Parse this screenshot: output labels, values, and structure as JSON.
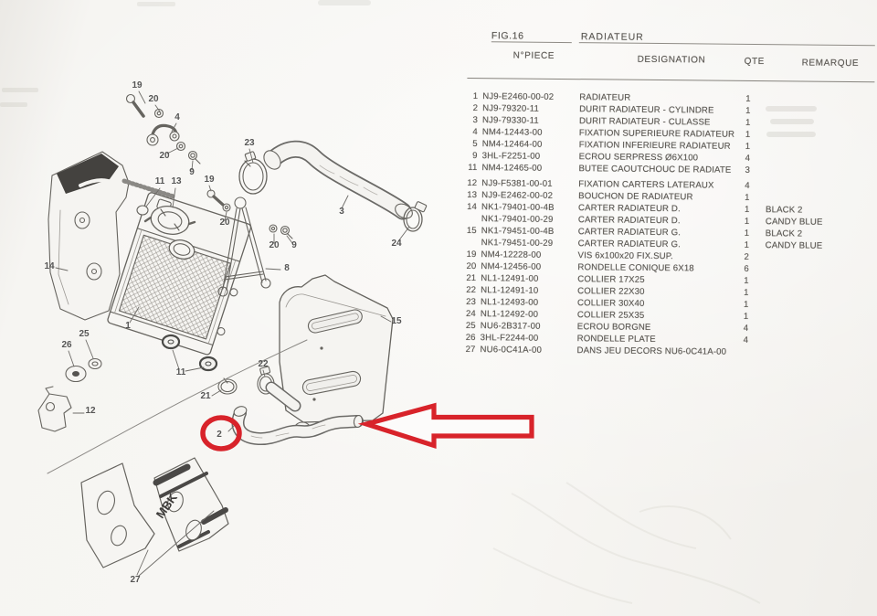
{
  "figure": {
    "label": "FIG.16",
    "title": "RADIATEUR"
  },
  "table": {
    "headers": {
      "piece": "N°PIECE",
      "designation": "DESIGNATION",
      "qty": "QTE",
      "remark": "REMARQUE"
    },
    "rows": [
      {
        "num": "1",
        "piece": "NJ9-E2460-00-02",
        "designation": "RADIATEUR",
        "qty": "1",
        "remark": ""
      },
      {
        "num": "2",
        "piece": "NJ9-79320-11",
        "designation": "DURIT RADIATEUR - CYLINDRE",
        "qty": "1",
        "remark": ""
      },
      {
        "num": "3",
        "piece": "NJ9-79330-11",
        "designation": "DURIT RADIATEUR - CULASSE",
        "qty": "1",
        "remark": ""
      },
      {
        "num": "4",
        "piece": "NM4-12443-00",
        "designation": "FIXATION SUPERIEURE RADIATEUR",
        "qty": "1",
        "remark": ""
      },
      {
        "num": "5",
        "piece": "NM4-12464-00",
        "designation": "FIXATION INFERIEURE RADIATEUR",
        "qty": "1",
        "remark": ""
      },
      {
        "num": "9",
        "piece": "3HL-F2251-00",
        "designation": "ECROU SERPRESS Ø6X100",
        "qty": "4",
        "remark": ""
      },
      {
        "num": "11",
        "piece": "NM4-12465-00",
        "designation": "BUTEE CAOUTCHOUC DE RADIATE",
        "qty": "3",
        "remark": ""
      },
      {
        "num": "12",
        "piece": "NJ9-F5381-00-01",
        "designation": "FIXATION CARTERS LATERAUX",
        "qty": "4",
        "remark": ""
      },
      {
        "num": "13",
        "piece": "NJ9-E2462-00-02",
        "designation": "BOUCHON DE RADIATEUR",
        "qty": "1",
        "remark": ""
      },
      {
        "num": "14",
        "piece": "NK1-79401-00-4B",
        "designation": "CARTER RADIATEUR D.",
        "qty": "1",
        "remark": "BLACK 2"
      },
      {
        "num": "",
        "piece": "NK1-79401-00-29",
        "designation": "CARTER RADIATEUR D.",
        "qty": "1",
        "remark": "CANDY BLUE"
      },
      {
        "num": "15",
        "piece": "NK1-79451-00-4B",
        "designation": "CARTER RADIATEUR G.",
        "qty": "1",
        "remark": "BLACK 2"
      },
      {
        "num": "",
        "piece": "NK1-79451-00-29",
        "designation": "CARTER RADIATEUR G.",
        "qty": "1",
        "remark": "CANDY BLUE"
      },
      {
        "num": "19",
        "piece": "NM4-12228-00",
        "designation": "VIS 6x100x20 FIX.SUP.",
        "qty": "2",
        "remark": ""
      },
      {
        "num": "20",
        "piece": "NM4-12456-00",
        "designation": "RONDELLE CONIQUE 6X18",
        "qty": "6",
        "remark": ""
      },
      {
        "num": "21",
        "piece": "NL1-12491-00",
        "designation": "COLLIER 17X25",
        "qty": "1",
        "remark": ""
      },
      {
        "num": "22",
        "piece": "NL1-12491-10",
        "designation": "COLLIER 22X30",
        "qty": "1",
        "remark": ""
      },
      {
        "num": "23",
        "piece": "NL1-12493-00",
        "designation": "COLLIER 30X40",
        "qty": "1",
        "remark": ""
      },
      {
        "num": "24",
        "piece": "NL1-12492-00",
        "designation": "COLLIER 25X35",
        "qty": "1",
        "remark": ""
      },
      {
        "num": "25",
        "piece": "NU6-2B317-00",
        "designation": "ECROU BORGNE",
        "qty": "4",
        "remark": ""
      },
      {
        "num": "26",
        "piece": "3HL-F2244-00",
        "designation": "RONDELLE PLATE",
        "qty": "4",
        "remark": ""
      },
      {
        "num": "27",
        "piece": "NU6-0C41A-00",
        "designation": "DANS JEU DECORS NU6-0C41A-00",
        "qty": "",
        "remark": ""
      }
    ]
  },
  "diagram": {
    "brand_text": "MBK",
    "highlight_color": "#d8232a",
    "circled_part": "2",
    "callouts": [
      {
        "label": "19"
      },
      {
        "label": "20"
      },
      {
        "label": "4"
      },
      {
        "label": "20"
      },
      {
        "label": "9"
      },
      {
        "label": "11"
      },
      {
        "label": "13"
      },
      {
        "label": "19"
      },
      {
        "label": "20"
      },
      {
        "label": "23"
      },
      {
        "label": "3"
      },
      {
        "label": "24"
      },
      {
        "label": "20"
      },
      {
        "label": "9"
      },
      {
        "label": "8"
      },
      {
        "label": "14"
      },
      {
        "label": "1"
      },
      {
        "label": "15"
      },
      {
        "label": "25"
      },
      {
        "label": "26"
      },
      {
        "label": "11"
      },
      {
        "label": "12"
      },
      {
        "label": "21"
      },
      {
        "label": "22"
      },
      {
        "label": "27"
      }
    ]
  }
}
